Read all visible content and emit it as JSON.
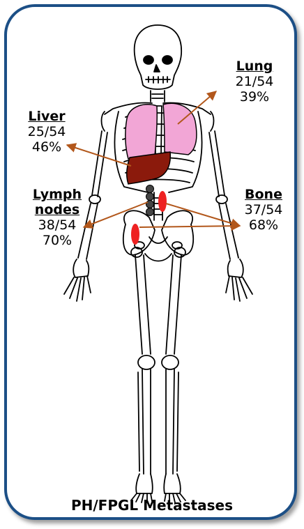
{
  "caption": "PH/FPGL Metastases",
  "colors": {
    "border": "#1c4f86",
    "lung": "#f2a6d6",
    "liver": "#8b1a0c",
    "bone_lesion": "#ee2222",
    "lymph_node": "#444444",
    "arrow": "#b2571b"
  },
  "sites": {
    "lung": {
      "title": "Lung",
      "count": "21/54",
      "percent": "39%"
    },
    "liver": {
      "title": "Liver",
      "count": "25/54",
      "percent": "46%"
    },
    "lymph": {
      "title_line1": "Lymph",
      "title_line2": "nodes",
      "count": "38/54",
      "percent": "70%"
    },
    "bone": {
      "title": "Bone",
      "count": "37/54",
      "percent": "68%"
    }
  }
}
